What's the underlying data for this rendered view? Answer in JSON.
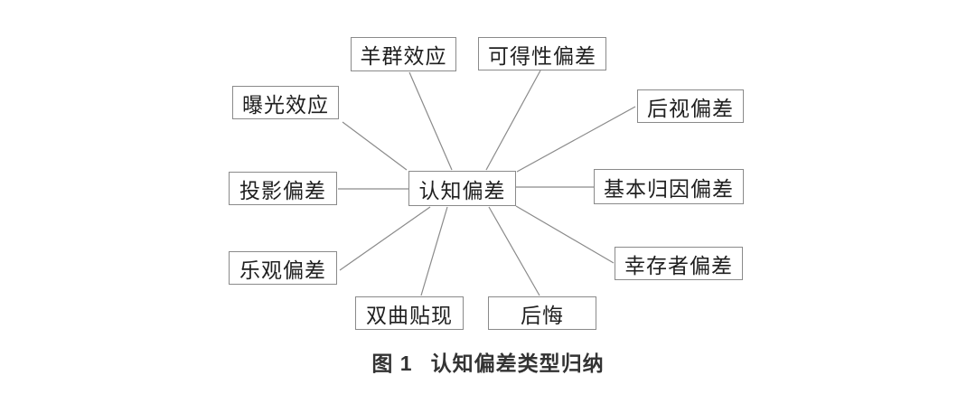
{
  "diagram": {
    "center_label": "认知偏差",
    "nodes": [
      {
        "id": "herd-effect",
        "label": "羊群效应"
      },
      {
        "id": "availability-bias",
        "label": "可得性偏差"
      },
      {
        "id": "exposure-effect",
        "label": "曝光效应"
      },
      {
        "id": "hindsight-bias",
        "label": "后视偏差"
      },
      {
        "id": "projection-bias",
        "label": "投影偏差"
      },
      {
        "id": "fundamental-attribution-bias",
        "label": "基本归因偏差"
      },
      {
        "id": "optimism-bias",
        "label": "乐观偏差"
      },
      {
        "id": "survivor-bias",
        "label": "幸存者偏差"
      },
      {
        "id": "hyperbolic-discounting",
        "label": "双曲贴现"
      },
      {
        "id": "regret",
        "label": "后悔"
      }
    ],
    "caption": {
      "number": "图 1",
      "title": "认知偏差类型归纳"
    },
    "colors": {
      "background": "#ffffff",
      "box_border": "#8a8a8a",
      "connector_line": "#8a8a8a",
      "text": "#1f1f1f",
      "caption_text": "#333333"
    }
  }
}
